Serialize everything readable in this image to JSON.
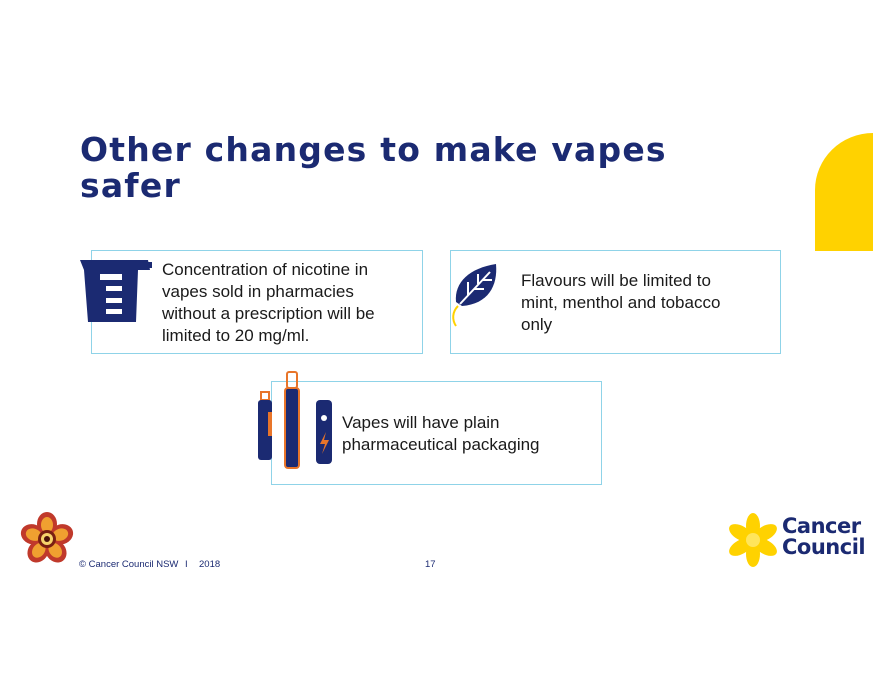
{
  "slide": {
    "title": "Other changes to make vapes safer",
    "page_number": "17"
  },
  "cards": [
    {
      "text": "Concentration of nicotine in\nvapes sold in pharmacies\nwithout a prescription will be\nlimited to 20 mg/ml.",
      "icon": "measuring-jug-icon"
    },
    {
      "text": "Flavours will be limited to\nmint, menthol and tobacco\nonly",
      "icon": "leaf-icon"
    },
    {
      "text": "Vapes will have plain\npharmaceutical packaging",
      "icon": "vape-devices-icon"
    }
  ],
  "footer": {
    "copyright": "© Cancer Council NSW",
    "separator": "I",
    "year": "2018"
  },
  "logo": {
    "name": "Cancer\nCouncil"
  },
  "colors": {
    "navy": "#1b2a72",
    "yellow": "#ffd200",
    "orange": "#e8752a",
    "card_border": "#8fd3e8"
  }
}
